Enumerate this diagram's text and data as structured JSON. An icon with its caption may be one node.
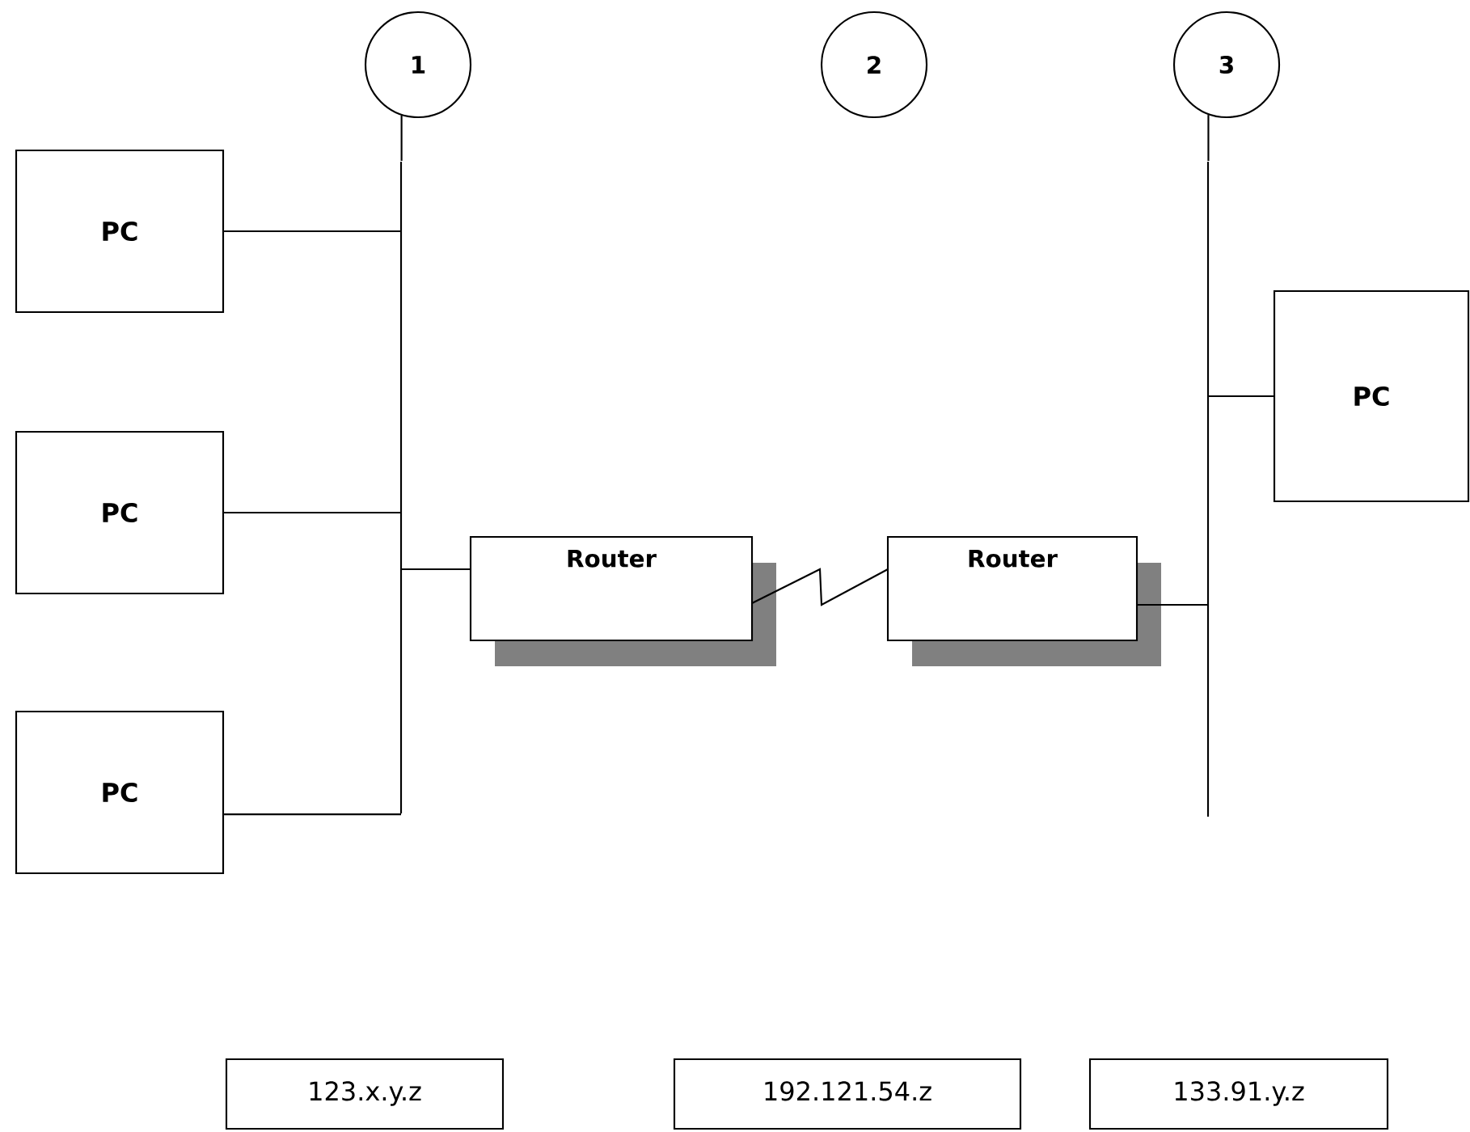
{
  "diagram": {
    "nodes": [
      {
        "text": [
          "1"
        ]
      },
      {
        "text": [
          "2"
        ]
      },
      {
        "text": [
          "3"
        ]
      },
      {
        "text": [
          "PC"
        ]
      },
      {
        "text": [
          "PC"
        ]
      },
      {
        "text": [
          "PC"
        ]
      },
      {
        "text": [
          "Router"
        ]
      },
      {
        "text": [
          "Router"
        ]
      },
      {
        "text": [
          "PC"
        ]
      },
      {
        "text": [],
        "shape": "bar"
      },
      {
        "text": [],
        "shape": "bar"
      },
      {
        "text": [
          "123.x.y.z"
        ]
      },
      {
        "text": [
          "192.121.54.z"
        ]
      },
      {
        "text": [
          "133.91.y.z"
        ]
      }
    ],
    "edges": [
      {
        "from": 0,
        "to": 9,
        "arrow": "none"
      },
      {
        "from": 3,
        "to": 9,
        "arrow": "none"
      },
      {
        "from": 4,
        "to": 9,
        "arrow": "none"
      },
      {
        "from": 5,
        "to": 9,
        "arrow": "none"
      },
      {
        "from": 6,
        "to": 9,
        "arrow": "none"
      },
      {
        "from": 6,
        "to": 7,
        "arrow": "none"
      },
      {
        "from": 7,
        "to": 10,
        "arrow": "none"
      },
      {
        "from": 8,
        "to": 10,
        "arrow": "none"
      },
      {
        "from": 2,
        "to": 10,
        "arrow": "none"
      }
    ]
  }
}
